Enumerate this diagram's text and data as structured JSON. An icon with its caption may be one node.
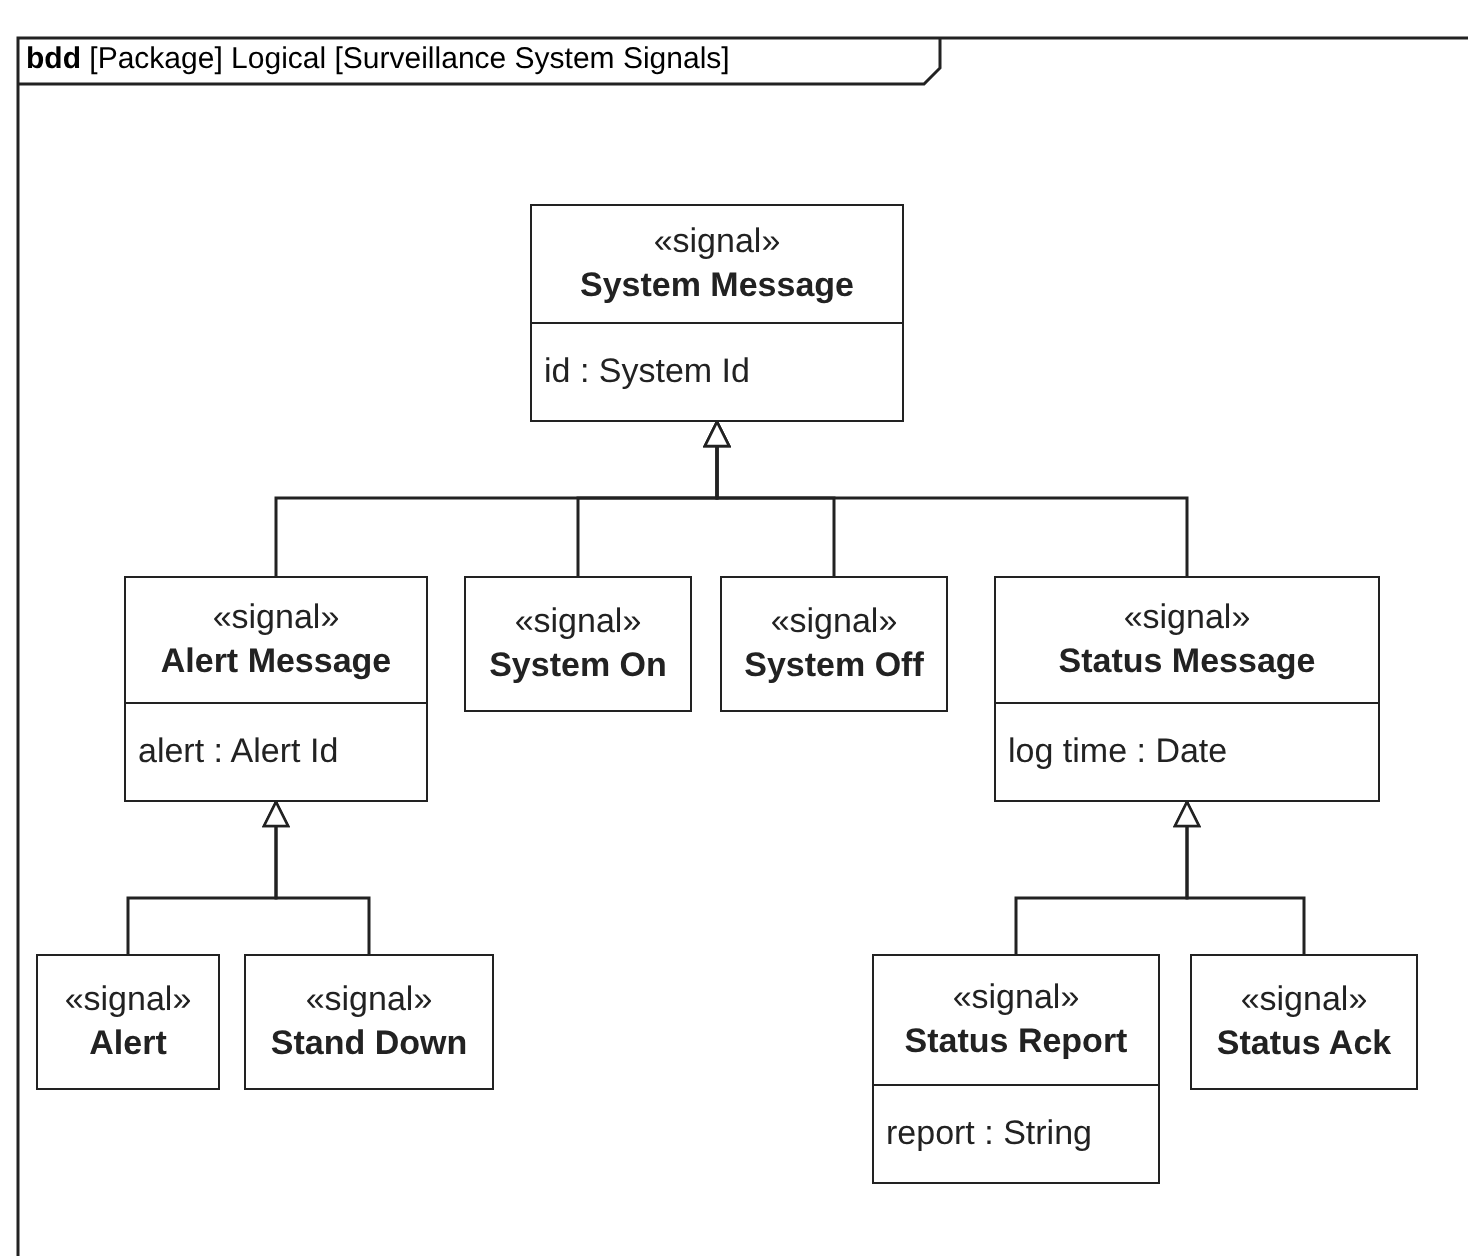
{
  "diagram": {
    "title": "**bdd** [Package] Logical [Surveillance System Signals]",
    "nodes": [
      {
        "text": [
          "«signal»",
          "System Message",
          "id : System Id"
        ]
      },
      {
        "text": [
          "«signal»",
          "Alert Message",
          "alert : Alert Id"
        ]
      },
      {
        "text": [
          "«signal»",
          "System On"
        ]
      },
      {
        "text": [
          "«signal»",
          "System Off"
        ]
      },
      {
        "text": [
          "«signal»",
          "Status Message",
          "log time : Date"
        ]
      },
      {
        "text": [
          "«signal»",
          "Alert"
        ]
      },
      {
        "text": [
          "«signal»",
          "Stand Down"
        ]
      },
      {
        "text": [
          "«signal»",
          "Status Report",
          "report : String"
        ]
      },
      {
        "text": [
          "«signal»",
          "Status Ack"
        ]
      }
    ],
    "edges": [
      {
        "from": 1,
        "to": 0,
        "arrow": "to"
      },
      {
        "from": 2,
        "to": 0,
        "arrow": "to"
      },
      {
        "from": 3,
        "to": 0,
        "arrow": "to"
      },
      {
        "from": 4,
        "to": 0,
        "arrow": "to"
      },
      {
        "from": 5,
        "to": 1,
        "arrow": "to"
      },
      {
        "from": 6,
        "to": 1,
        "arrow": "to"
      },
      {
        "from": 7,
        "to": 4,
        "arrow": "to"
      },
      {
        "from": 8,
        "to": 4,
        "arrow": "to"
      }
    ]
  }
}
